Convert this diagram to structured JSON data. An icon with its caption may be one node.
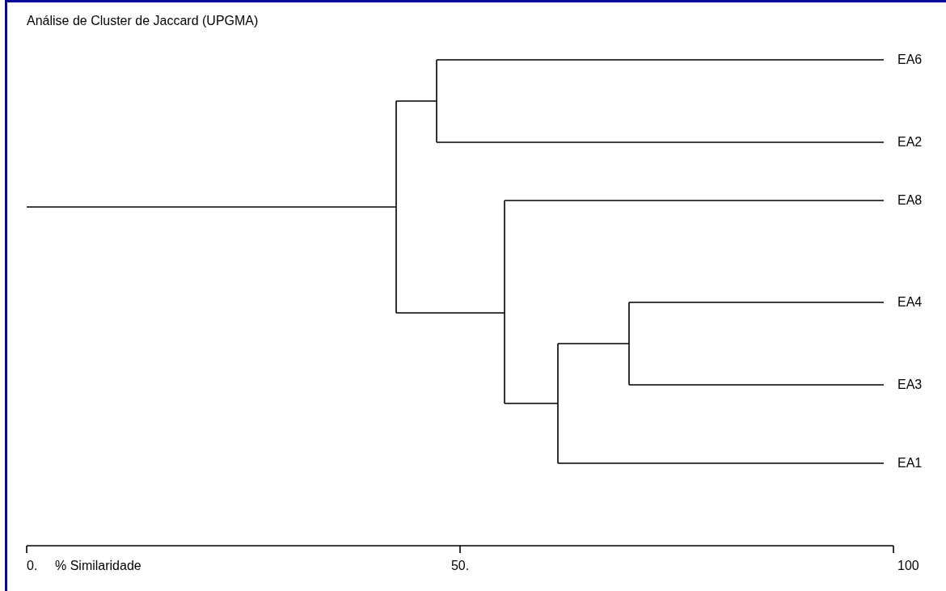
{
  "diagram": {
    "title": "Análise de Cluster de Jaccard (UPGMA)",
    "labels": [
      "EA6",
      "EA2",
      "EA8",
      "EA4",
      "EA3",
      "EA1",
      "0.",
      "% Similaridade",
      "50.",
      "100"
    ]
  }
}
